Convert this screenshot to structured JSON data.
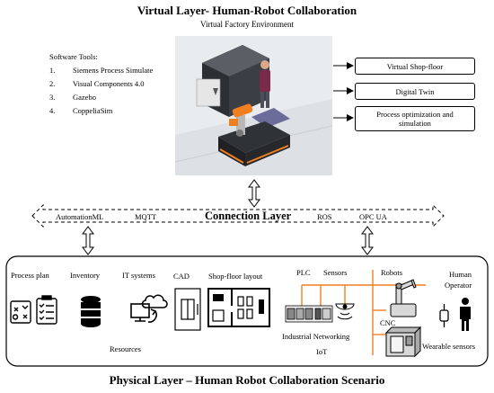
{
  "virtual_layer": {
    "title": "Virtual Layer- Human-Robot Collaboration",
    "subtitle": "Virtual Factory Environment",
    "tools_heading": "Software Tools:",
    "tools": [
      {
        "num": "1.",
        "name": "Siemens Process Simulate"
      },
      {
        "num": "2.",
        "name": "Visual Components 4.0"
      },
      {
        "num": "3.",
        "name": "Gazebo"
      },
      {
        "num": "4.",
        "name": "CoppeliaSim"
      }
    ],
    "outputs": [
      {
        "label": "Virtual Shop-floor"
      },
      {
        "label": "Digital Twin"
      },
      {
        "label_line1": "Process optimization and",
        "label_line2": "simulation"
      }
    ]
  },
  "connection_layer": {
    "title": "Connection Layer",
    "protocols": [
      "AutomationML",
      "MQTT",
      "ROS",
      "OPC UA"
    ]
  },
  "physical_layer": {
    "title": "Physical Layer – Human Robot Collaboration Scenario",
    "labels": {
      "process_plan": "Process plan",
      "inventory": "Inventory",
      "it_systems": "IT systems",
      "cad": "CAD",
      "shop_floor_layout": "Shop-floor layout",
      "plc": "PLC",
      "sensors": "Sensors",
      "robots": "Robots",
      "human_operator_1": "Human",
      "human_operator_2": "Operator",
      "resources": "Resources",
      "industrial_networking": "Industrial Networking",
      "iot": "IoT",
      "cnc": "CNC",
      "wearable_sensors": "Wearable sensors"
    }
  },
  "colors": {
    "accent_orange": "#f07f20",
    "line": "#000000",
    "floor": "#d9dde1"
  }
}
